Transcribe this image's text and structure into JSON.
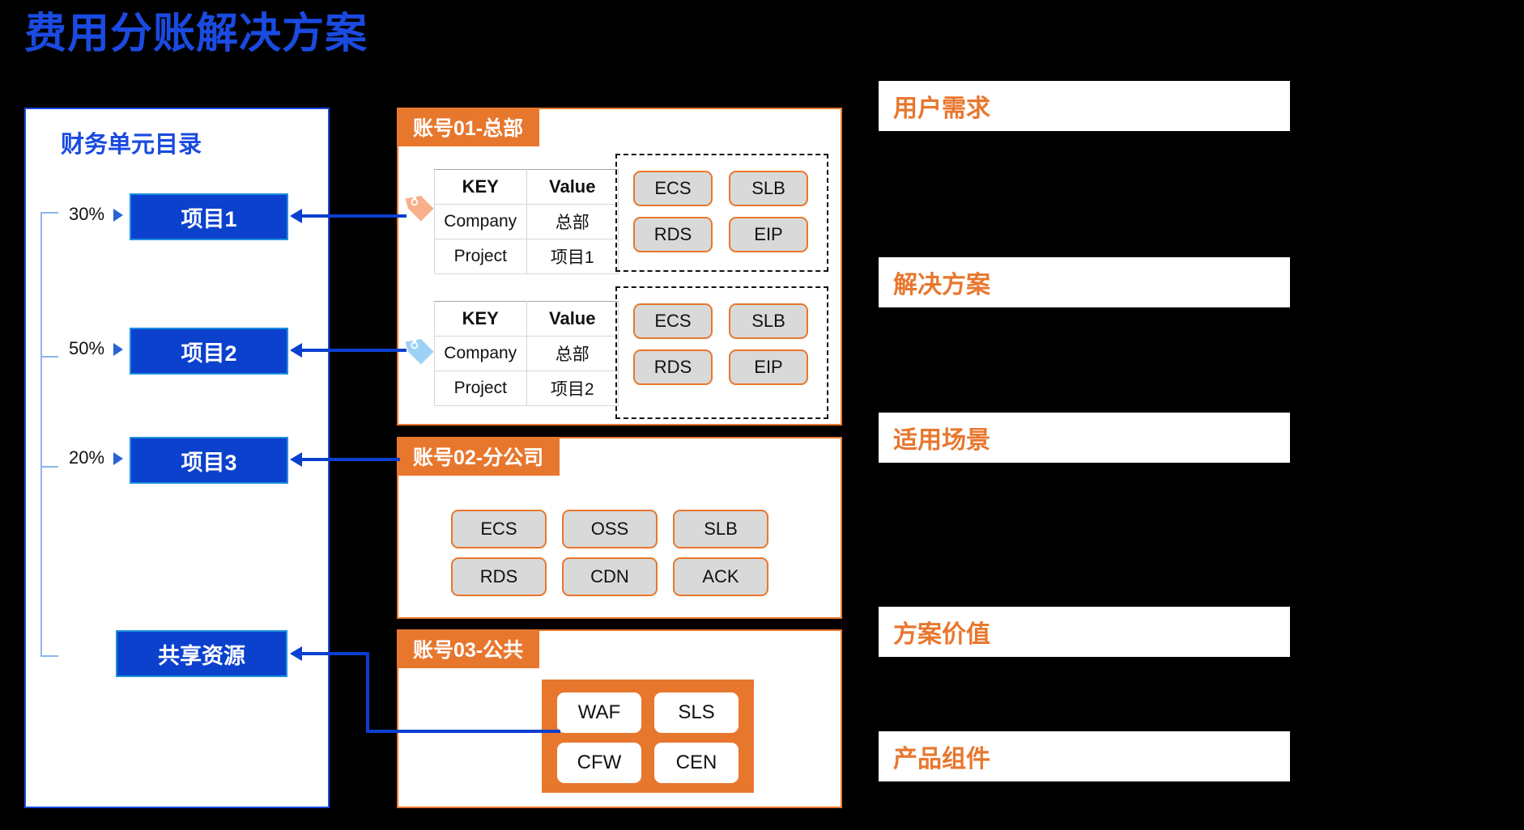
{
  "title": "费用分账解决方案",
  "colors": {
    "title_blue": "#1a4ae0",
    "accent_orange": "#e8772e",
    "project_blue": "#0b41cd",
    "connector_blue": "#0b3fcf",
    "service_gray": "#d9d9d9",
    "tag_orange": "#f7b08a",
    "tag_blue": "#9ed2f5"
  },
  "left_panel": {
    "title": "财务单元目录",
    "items": [
      {
        "percent": "30%",
        "label": "项目1"
      },
      {
        "percent": "50%",
        "label": "项目2"
      },
      {
        "percent": "20%",
        "label": "项目3"
      }
    ],
    "shared": {
      "label": "共享资源"
    }
  },
  "accounts": [
    {
      "header": "账号01-总部",
      "tag_groups": [
        {
          "tag_color": "orange",
          "table": {
            "headers": [
              "KEY",
              "Value"
            ],
            "rows": [
              [
                "Company",
                "总部"
              ],
              [
                "Project",
                "项目1"
              ]
            ]
          },
          "services": [
            "ECS",
            "SLB",
            "RDS",
            "EIP"
          ]
        },
        {
          "tag_color": "blue",
          "table": {
            "headers": [
              "KEY",
              "Value"
            ],
            "rows": [
              [
                "Company",
                "总部"
              ],
              [
                "Project",
                "项目2"
              ]
            ]
          },
          "services": [
            "ECS",
            "SLB",
            "RDS",
            "EIP"
          ]
        }
      ]
    },
    {
      "header": "账号02-分公司",
      "services": [
        "ECS",
        "OSS",
        "SLB",
        "RDS",
        "CDN",
        "ACK"
      ]
    },
    {
      "header": "账号03-公共",
      "services": [
        "WAF",
        "SLS",
        "CFW",
        "CEN"
      ]
    }
  ],
  "right_sections": [
    {
      "label": "用户需求"
    },
    {
      "label": "解决方案"
    },
    {
      "label": "适用场景"
    },
    {
      "label": "方案价值"
    },
    {
      "label": "产品组件"
    }
  ]
}
